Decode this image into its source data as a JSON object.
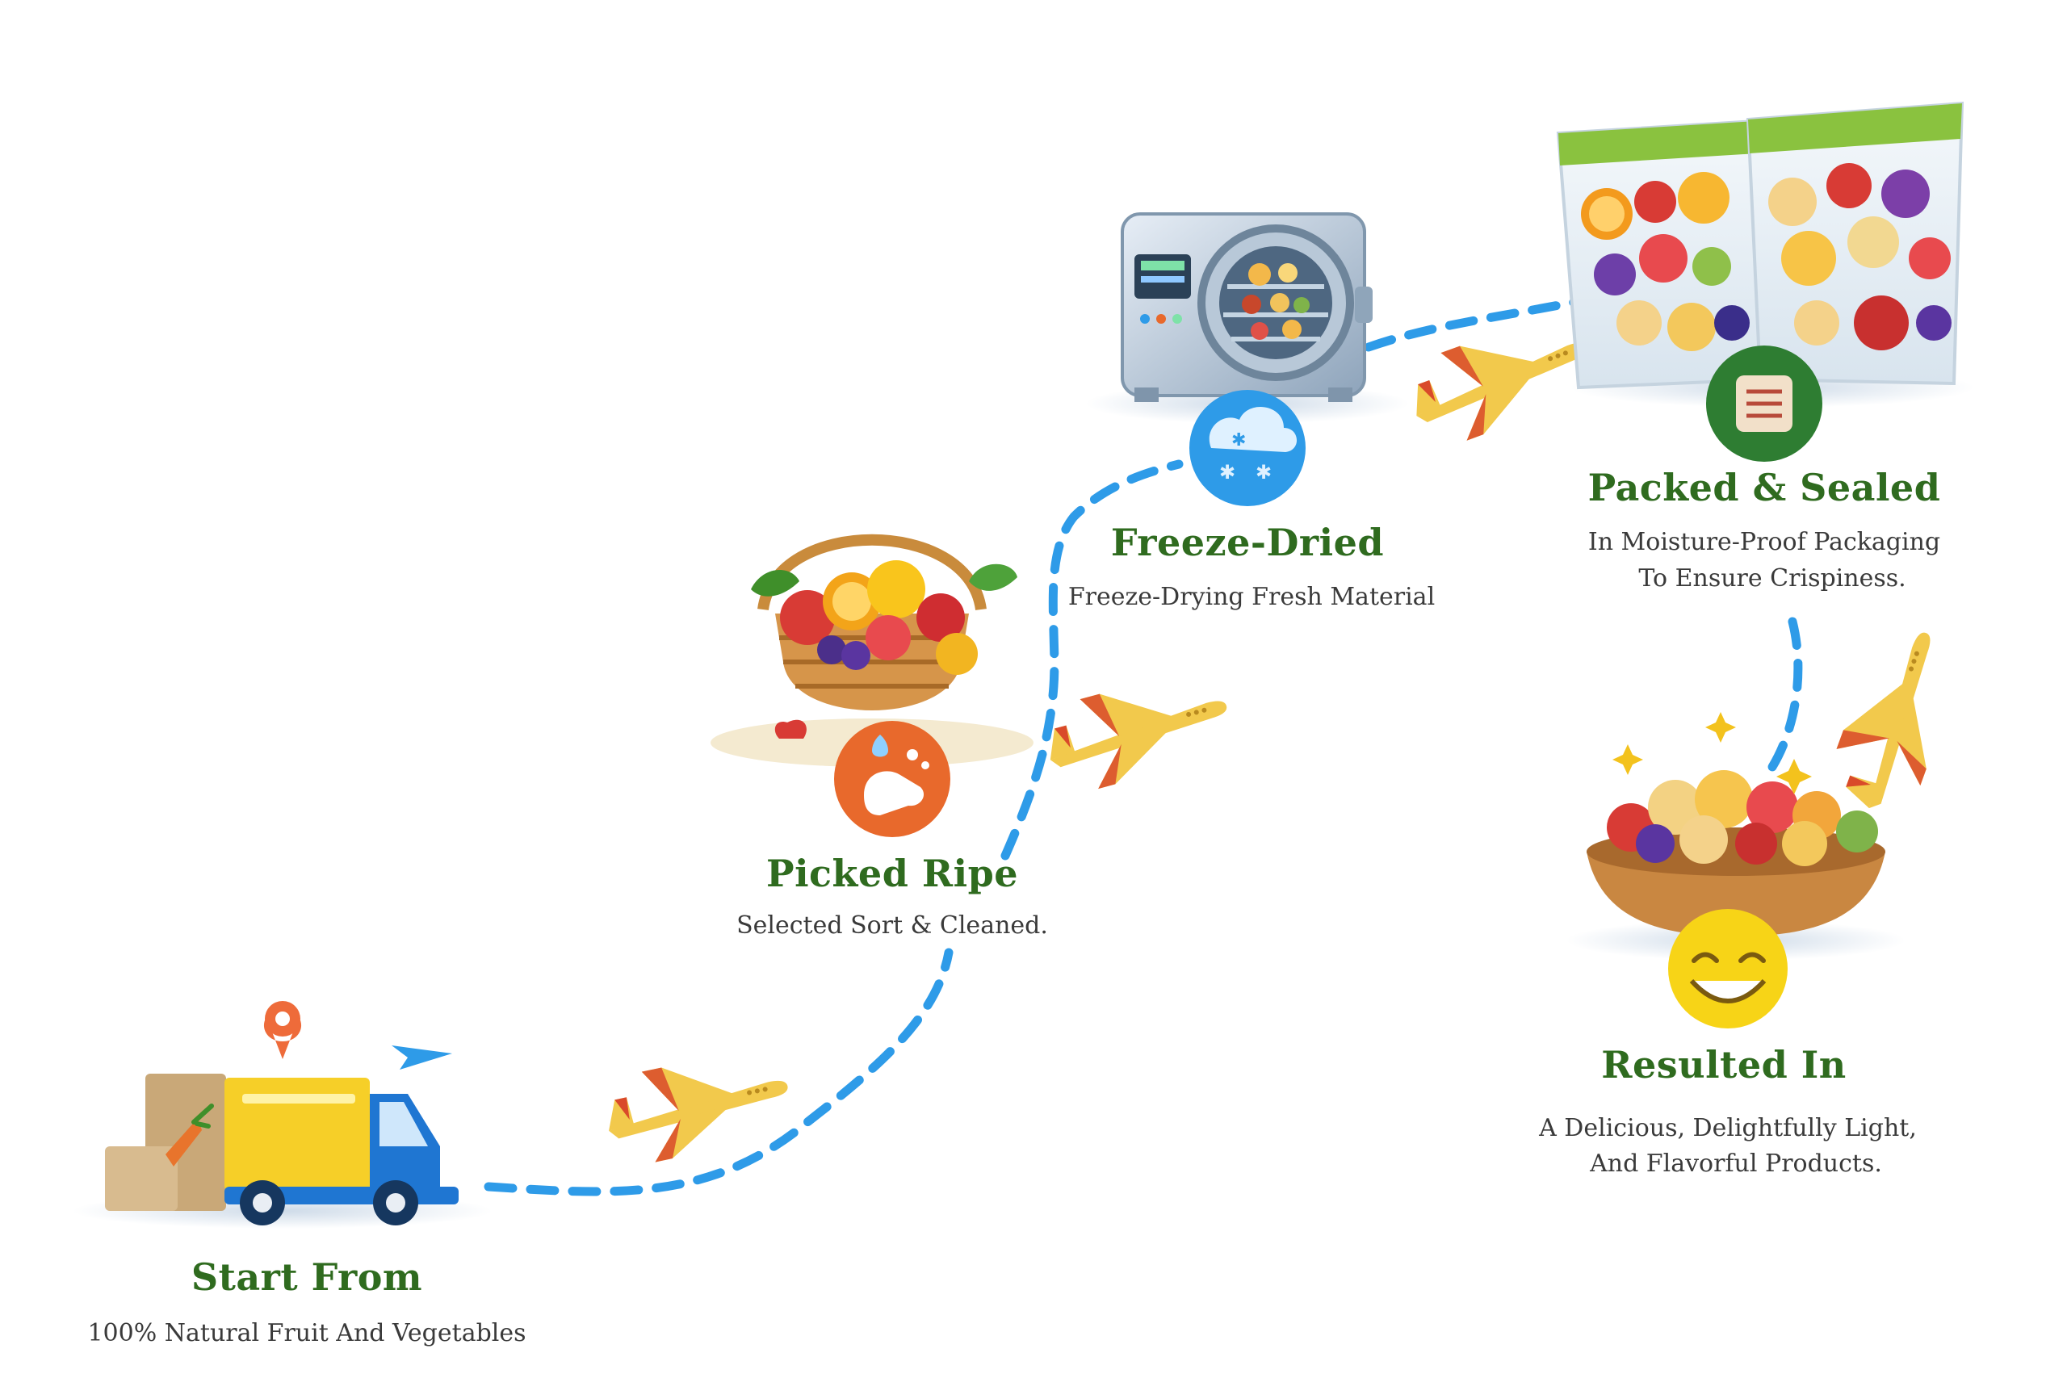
{
  "steps": [
    {
      "id": "start",
      "title": "Start From",
      "lines": [
        "100% Natural Fruit And Vegetables"
      ],
      "icon": "delivery-truck-icon",
      "badge_icon": "location-pin-icon"
    },
    {
      "id": "picked",
      "title": "Picked Ripe",
      "lines": [
        "Selected Sort & Cleaned."
      ],
      "icon": "fruit-basket-icon",
      "badge_icon": "hand-washing-icon",
      "badge_color": "#e8692c"
    },
    {
      "id": "freeze",
      "title": "Freeze-Dried",
      "lines": [
        "Freeze-Drying Fresh Material"
      ],
      "icon": "freeze-dryer-machine-icon",
      "badge_icon": "snow-cloud-icon",
      "badge_color": "#2e9be8"
    },
    {
      "id": "packed",
      "title": "Packed & Sealed",
      "lines": [
        "In Moisture-Proof Packaging",
        "To Ensure Crispiness."
      ],
      "icon": "sealed-bags-icon",
      "badge_icon": "package-label-icon",
      "badge_color": "#2e7d32"
    },
    {
      "id": "result",
      "title": "Resulted In",
      "lines": [
        "A Delicious, Delightfully Light,",
        "And Flavorful Products."
      ],
      "icon": "fruit-bowl-icon",
      "badge_icon": "smiley-face-icon",
      "badge_color": "#f7d417"
    }
  ],
  "connector_icon": "airplane-icon",
  "colors": {
    "title": "#2f6b1f",
    "text": "#3a3a3a",
    "path": "#2e9be8",
    "plane": "#f2c94c",
    "plane_accent": "#d94a2a"
  }
}
